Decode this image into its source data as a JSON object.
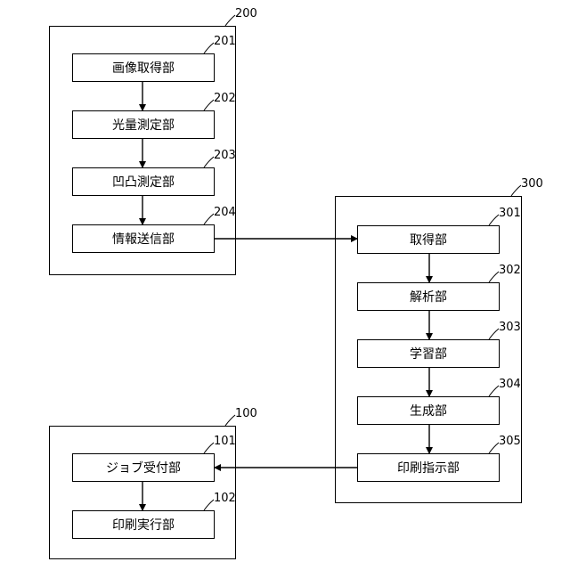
{
  "containers": {
    "c200": {
      "ref": "200"
    },
    "c300": {
      "ref": "300"
    },
    "c100": {
      "ref": "100"
    }
  },
  "blocks": {
    "b201": {
      "ref": "201",
      "label": "画像取得部"
    },
    "b202": {
      "ref": "202",
      "label": "光量測定部"
    },
    "b203": {
      "ref": "203",
      "label": "凹凸測定部"
    },
    "b204": {
      "ref": "204",
      "label": "情報送信部"
    },
    "b301": {
      "ref": "301",
      "label": "取得部"
    },
    "b302": {
      "ref": "302",
      "label": "解析部"
    },
    "b303": {
      "ref": "303",
      "label": "学習部"
    },
    "b304": {
      "ref": "304",
      "label": "生成部"
    },
    "b305": {
      "ref": "305",
      "label": "印刷指示部"
    },
    "b101": {
      "ref": "101",
      "label": "ジョブ受付部"
    },
    "b102": {
      "ref": "102",
      "label": "印刷実行部"
    }
  }
}
